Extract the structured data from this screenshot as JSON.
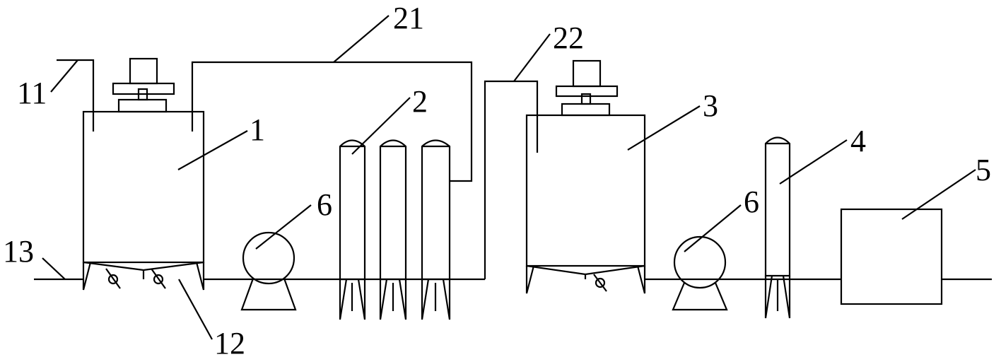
{
  "diagram": {
    "labels": {
      "tank_1": "1",
      "column_group_2": "2",
      "tank_3": "3",
      "column_4": "4",
      "box_5": "5",
      "pump_6_left": "6",
      "pump_6_right": "6",
      "inlet_11": "11",
      "valves_12": "12",
      "main_line_13": "13",
      "pipe_21": "21",
      "pipe_22": "22"
    }
  }
}
